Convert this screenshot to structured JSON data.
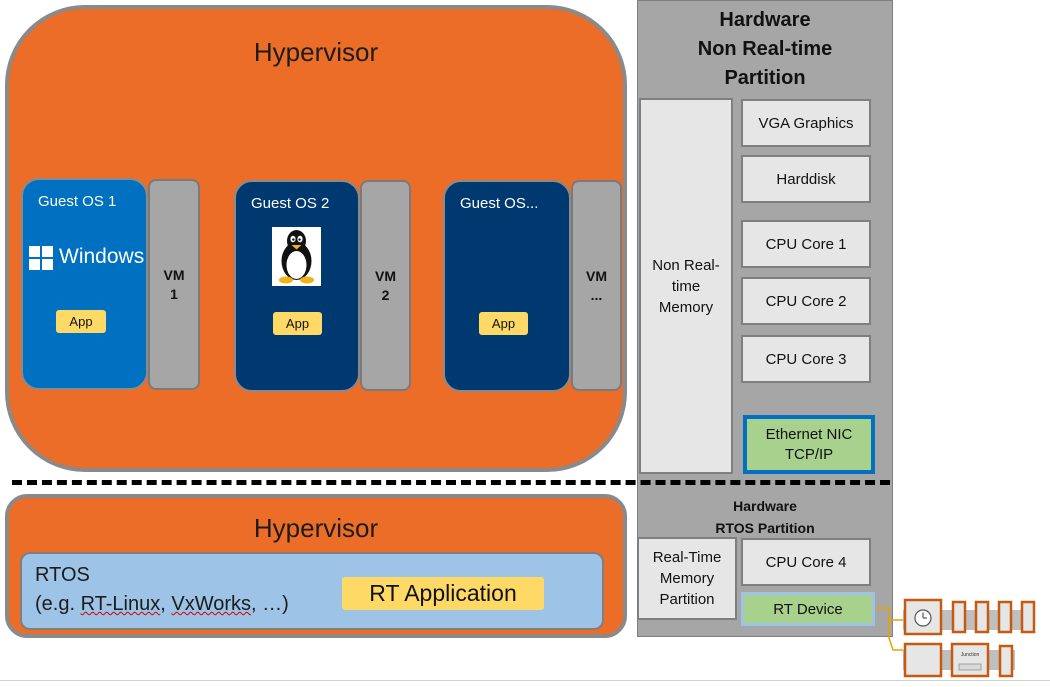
{
  "hypervisor_top": {
    "title": "Hypervisor"
  },
  "guests": [
    {
      "title": "Guest OS 1",
      "logo_text": "Windows",
      "app": "App",
      "vm_line1": "VM",
      "vm_line2": "1",
      "color": "#0070c0"
    },
    {
      "title": "Guest OS 2",
      "logo": "linux-penguin-icon",
      "app": "App",
      "vm_line1": "VM",
      "vm_line2": "2",
      "color": "#00396f"
    },
    {
      "title": "Guest OS...",
      "app": "App",
      "vm_line1": "VM",
      "vm_line2": "...",
      "color": "#00396f"
    }
  ],
  "hardware_nrt": {
    "title_line1": "Hardware",
    "title_line2": "Non Real-time",
    "title_line3": "Partition",
    "memory_line1": "Non Real-",
    "memory_line2": "time",
    "memory_line3": "Memory",
    "devices": [
      "VGA Graphics",
      "Harddisk",
      "CPU Core 1",
      "CPU Core 2",
      "CPU Core 3"
    ],
    "nic_line1": "Ethernet NIC",
    "nic_line2": "TCP/IP"
  },
  "hypervisor_bottom": {
    "title": "Hypervisor",
    "rtos_line1": "RTOS",
    "rtos_line2_prefix": "(e.g. ",
    "rtos_line2_rtlinux": "RT-Linux",
    "rtos_line2_rest": ", ",
    "rtos_line2_vxworks": "VxWorks",
    "rtos_line2_suffix": ", …)",
    "rt_app": "RT Application"
  },
  "hardware_rt": {
    "title_line1": "Hardware",
    "title_line2": "RTOS Partition",
    "memory_line1": "Real-Time",
    "memory_line2": "Memory",
    "memory_line3": "Partition",
    "cpu": "CPU Core 4",
    "device": "RT Device"
  },
  "colors": {
    "hypervisor": "#ec6d27",
    "guest_windows": "#0070c0",
    "guest_dark": "#00396f",
    "vm": "#a6a6a6",
    "app": "#ffd966",
    "hardware": "#a6a6a6",
    "nic_fill": "#a9d18e",
    "nic_border": "#0070c0",
    "rtos": "#9dc3e6"
  },
  "io_modules": {
    "icons": [
      "clock-icon",
      "junction-icon"
    ],
    "junction_label": "Junction"
  }
}
